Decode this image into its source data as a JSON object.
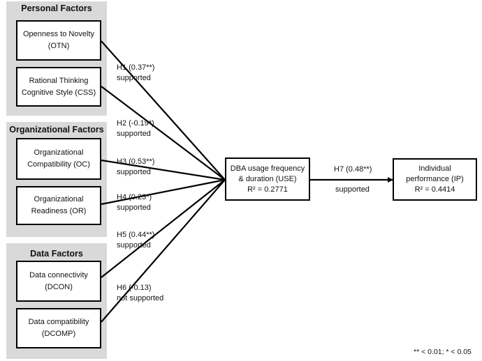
{
  "groups": {
    "personal": "Personal Factors",
    "organizational": "Organizational Factors",
    "data": "Data Factors"
  },
  "factors": {
    "otn": {
      "line1": "Openness to Novelty",
      "line2": "(OTN)"
    },
    "css": {
      "line1": "Rational Thinking",
      "line2": "Cognitive Style (CSS)"
    },
    "oc": {
      "line1": "Organizational",
      "line2": "Compatibility (OC)"
    },
    "or": {
      "line1": "Organizational",
      "line2": "Readiness (OR)"
    },
    "dcon": {
      "line1": "Data connectivity",
      "line2": "(DCON)"
    },
    "dcomp": {
      "line1": "Data compatibility",
      "line2": "(DCOMP)"
    }
  },
  "use": {
    "line1": "DBA usage frequency",
    "line2": "& duration (USE)",
    "line3": "R² = 0.2771"
  },
  "ip": {
    "line1": "Individual",
    "line2": "performance (IP)",
    "line3": "R² = 0.4414"
  },
  "hypotheses": {
    "h1": {
      "label": "H1 (0.37**)",
      "status": "supported"
    },
    "h2": {
      "label": "H2 (-0.19*)",
      "status": "supported"
    },
    "h3": {
      "label": "H3 (0.53**)",
      "status": "supported"
    },
    "h4": {
      "label": "H4 (0.23*)",
      "status": "supported"
    },
    "h5": {
      "label": "H5 (0.44**)",
      "status": "supported"
    },
    "h6": {
      "label": "H6 (-0.13)",
      "status": "not supported"
    },
    "h7": {
      "label": "H7 (0.48**)",
      "status": "supported"
    }
  },
  "footnote": "** < 0.01; * < 0.05"
}
